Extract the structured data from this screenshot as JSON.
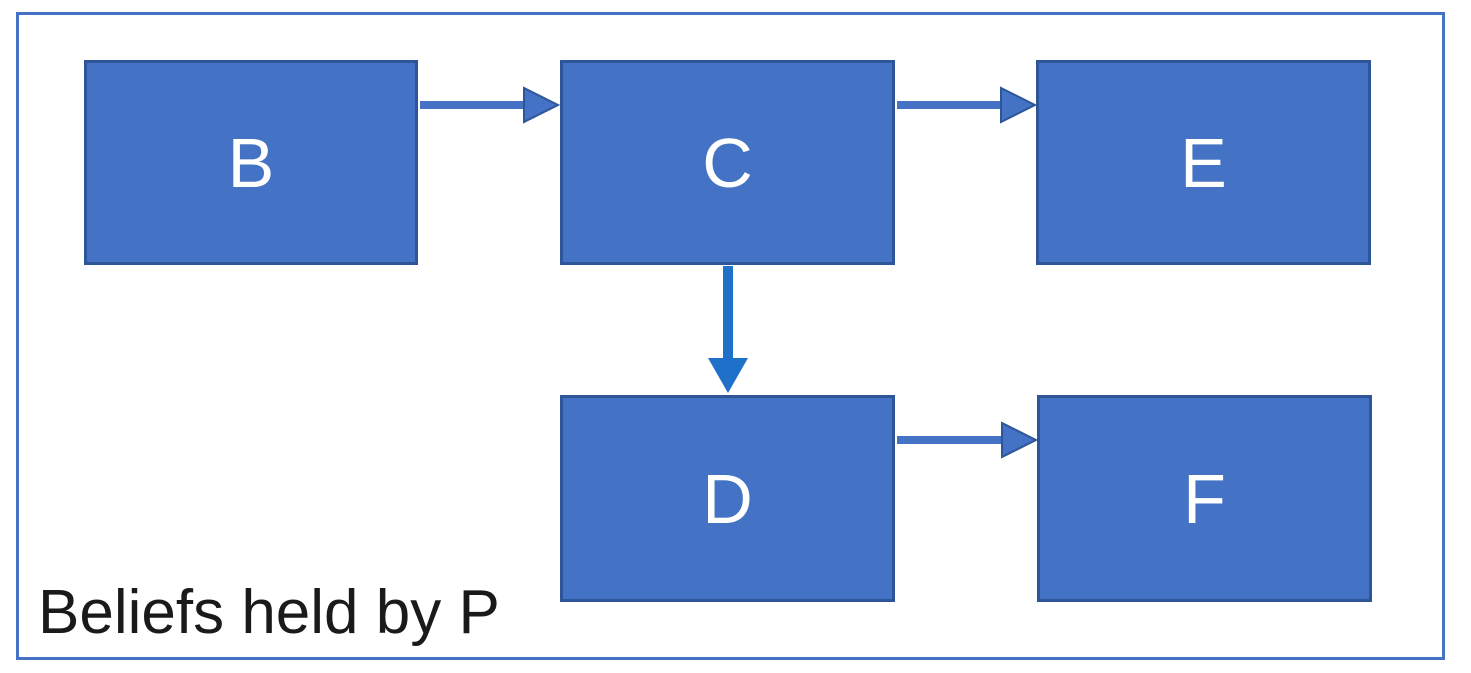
{
  "diagram": {
    "caption": "Beliefs held by P",
    "nodes": [
      {
        "id": "B",
        "label": "B",
        "row": "top",
        "col": "left"
      },
      {
        "id": "C",
        "label": "C",
        "row": "top",
        "col": "middle"
      },
      {
        "id": "E",
        "label": "E",
        "row": "top",
        "col": "right"
      },
      {
        "id": "D",
        "label": "D",
        "row": "bottom",
        "col": "middle"
      },
      {
        "id": "F",
        "label": "F",
        "row": "bottom",
        "col": "right"
      }
    ],
    "edges": [
      {
        "from": "B",
        "to": "C",
        "direction": "right"
      },
      {
        "from": "C",
        "to": "E",
        "direction": "right"
      },
      {
        "from": "C",
        "to": "D",
        "direction": "down"
      },
      {
        "from": "D",
        "to": "F",
        "direction": "right"
      }
    ]
  },
  "colors": {
    "node_fill": "#4472C4",
    "node_border": "#2E5597",
    "node_text": "#FFFFFF",
    "frame_border": "#4472C4",
    "arrow_horizontal": "#4472C4",
    "arrow_horizontal_edge": "#2E5597",
    "arrow_vertical": "#1E70C8",
    "caption_text": "#1A1A1A",
    "background": "#FFFFFF"
  }
}
